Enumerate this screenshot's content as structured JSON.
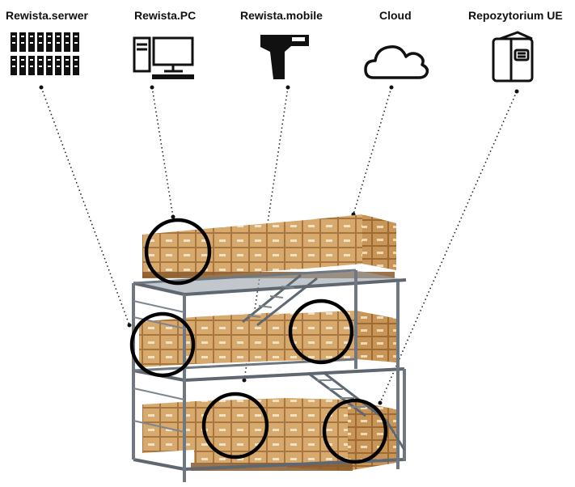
{
  "labels": [
    "Rewista.serwer",
    "Rewista.PC",
    "Rewista.mobile",
    "Cloud",
    "Repozytorium UE"
  ],
  "icons": [
    "server-rack-icon",
    "desktop-computer-icon",
    "barcode-scanner-icon",
    "cloud-icon",
    "eu-repository-binder-icon"
  ],
  "colors": {
    "text": "#111111",
    "box": "#d7a86b",
    "box_dark": "#b9864c",
    "rack": "#6f7780",
    "pallet": "#8a5a2b",
    "circle": "#000000"
  }
}
